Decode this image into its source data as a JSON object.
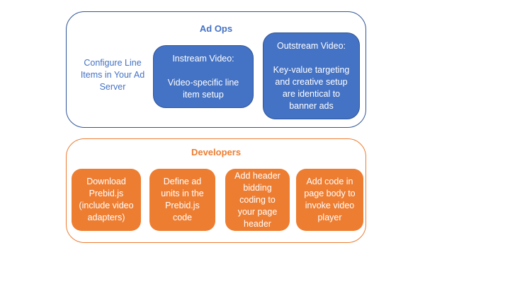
{
  "colors": {
    "blue_fill": "#4472C4",
    "blue_border": "#2F5597",
    "blue_text": "#4472C4",
    "orange": "#ED7D31",
    "box_text": "#FFFFFF"
  },
  "ad_ops": {
    "title": "Ad Ops",
    "side_note": "Configure Line\nItems in Your Ad\nServer",
    "boxes": [
      {
        "name": "instream-video",
        "text": "Instream Video:\n\nVideo-specific line\nitem setup"
      },
      {
        "name": "outstream-video",
        "text": "Outstream Video:\n\nKey-value targeting\nand creative setup\nare identical to\nbanner ads"
      }
    ]
  },
  "developers": {
    "title": "Developers",
    "boxes": [
      {
        "name": "download-prebid",
        "text": "Download\nPrebid.js\n(include video\nadapters)"
      },
      {
        "name": "define-ad-units",
        "text": "Define ad\nunits in the\nPrebid.js\ncode"
      },
      {
        "name": "add-header-bidding",
        "text": "Add header\nbidding\ncoding to\nyour page\nheader"
      },
      {
        "name": "add-page-body-code",
        "text": "Add code in\npage body to\ninvoke video\nplayer"
      }
    ]
  }
}
